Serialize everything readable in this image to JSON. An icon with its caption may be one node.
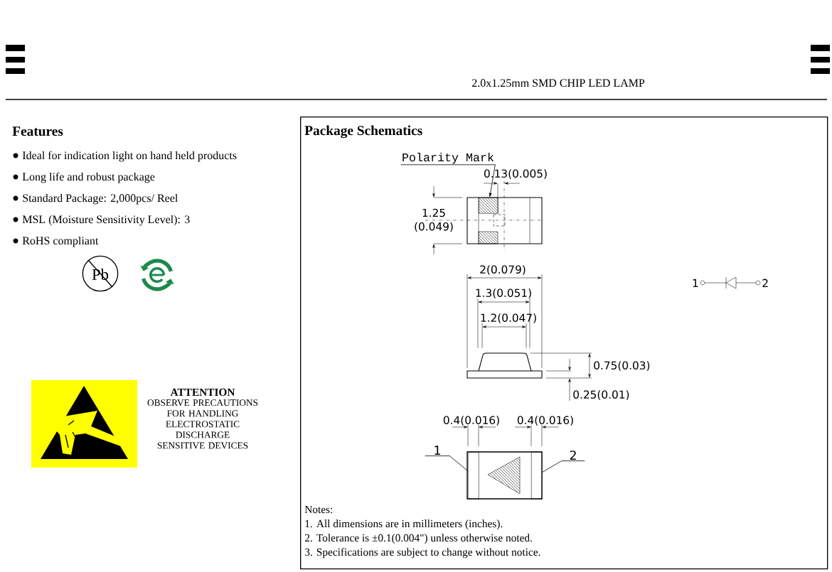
{
  "diagram": {
    "title": "2.0x1.25mm SMD CHIP LED LAMP",
    "nodes": [
      {
        "text": [
          "Package Schematics"
        ]
      },
      {
        "text": [
          "Polarity Mark"
        ],
        "in": 0
      },
      {
        "text": [],
        "shape": "box",
        "in": 0
      },
      {
        "text": [
          "1"
        ],
        "in": 0
      },
      {
        "text": [],
        "shape": "box",
        "in": 0
      },
      {
        "text": [
          "2"
        ],
        "in": 0
      },
      {
        "text": [],
        "shape": "box",
        "in": 0
      }
    ],
    "edges": [
      {
        "from": 1,
        "to": 2,
        "arrow": "to"
      },
      {
        "from": 3,
        "to": 4,
        "arrow": "none"
      },
      {
        "from": 5,
        "to": 6,
        "arrow": "none"
      }
    ],
    "labels": [
      "Features",
      "Ideal for indication light on hand held products",
      "Long life and robust package",
      "Standard Package: 2,000pcs/ Reel",
      "MSL (Moisture Sensitivity Level): 3",
      "RoHS compliant",
      "Pb",
      "ATTENTION",
      "OBSERVE PRECAUTIONS FOR HANDLING ELECTROSTATIC DISCHARGE SENSITIVE DEVICES",
      "0.13(0.005)",
      "1.25 (0.049)",
      "2(0.079)",
      "1.3(0.051)",
      "1.2(0.047)",
      "0.75(0.03)",
      "0.25(0.01)",
      "0.4(0.016)",
      "0.4(0.016)",
      "1",
      "2",
      "Notes:",
      "1. All dimensions are in millimeters (inches).",
      "2. Tolerance is ±0.1(0.004\") unless otherwise noted.",
      "3. Specifications are subject to change without notice."
    ]
  }
}
